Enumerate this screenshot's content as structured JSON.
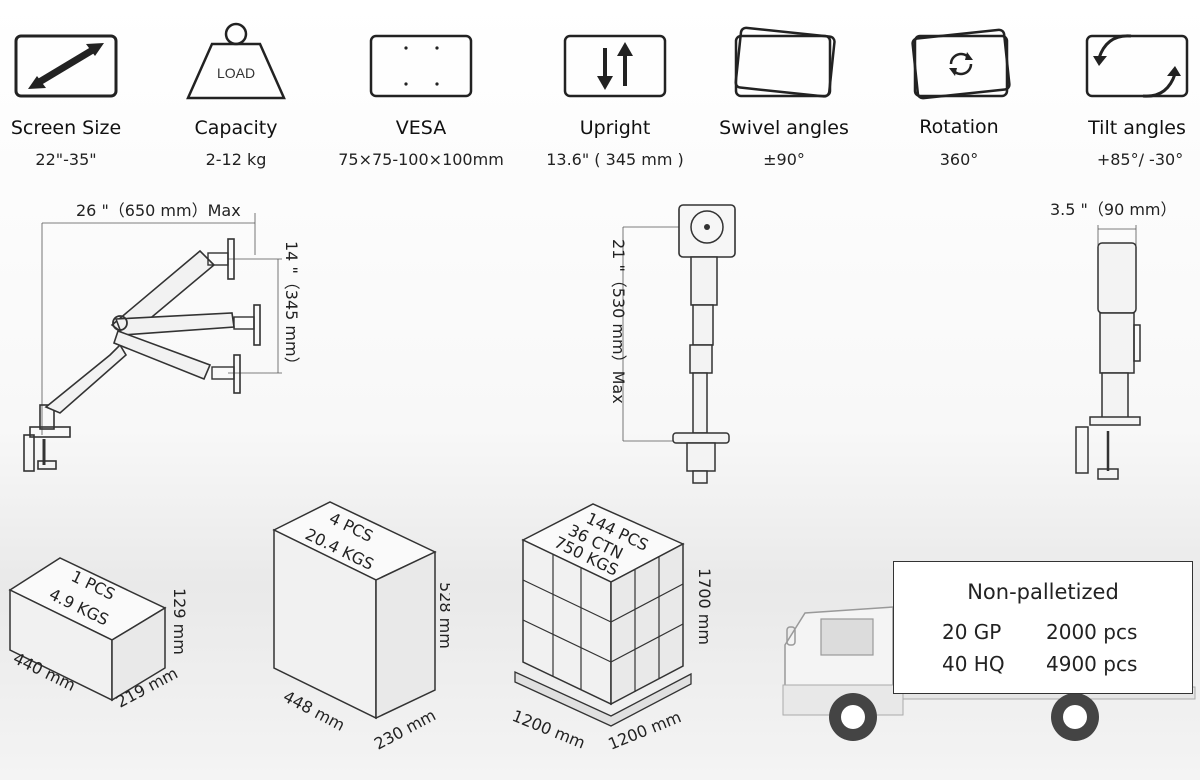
{
  "specs": [
    {
      "label": "Screen Size",
      "value": "22\"-35\""
    },
    {
      "label": "Capacity",
      "value": "2-12 kg",
      "icon_text": "LOAD"
    },
    {
      "label": "VESA",
      "value": "75×75-100×100mm"
    },
    {
      "label": "Upright",
      "value": "13.6\" ( 345 mm )"
    },
    {
      "label": "Swivel angles",
      "value": "±90°"
    },
    {
      "label": "Rotation",
      "value": "360°"
    },
    {
      "label": "Tilt angles",
      "value": "+85°/  -30°"
    }
  ],
  "dimensions": {
    "reach": "26 \"（650 mm）Max",
    "arm_height": "14 \"（345 mm）",
    "pole_height": "21 \"（530 mm）Max",
    "depth": "3.5 \"（90 mm）"
  },
  "packaging": {
    "single": {
      "qty": "1 PCS",
      "weight": "4.9 KGS",
      "length": "440 mm",
      "width": "219 mm",
      "height": "129 mm"
    },
    "carton": {
      "qty": "4 PCS",
      "weight": "20.4 KGS",
      "length": "448 mm",
      "width": "230 mm",
      "height": "528 mm"
    },
    "pallet": {
      "qty": "144 PCS",
      "ctn": "36 CTN",
      "weight": "750 KGS",
      "length": "1200 mm",
      "width": "1200 mm",
      "height": "1700 mm"
    }
  },
  "shipping": {
    "title": "Non-palletized",
    "rows": [
      {
        "container": "20 GP",
        "amount": "2000 pcs"
      },
      {
        "container": "40 HQ",
        "amount": "4900 pcs"
      }
    ]
  }
}
